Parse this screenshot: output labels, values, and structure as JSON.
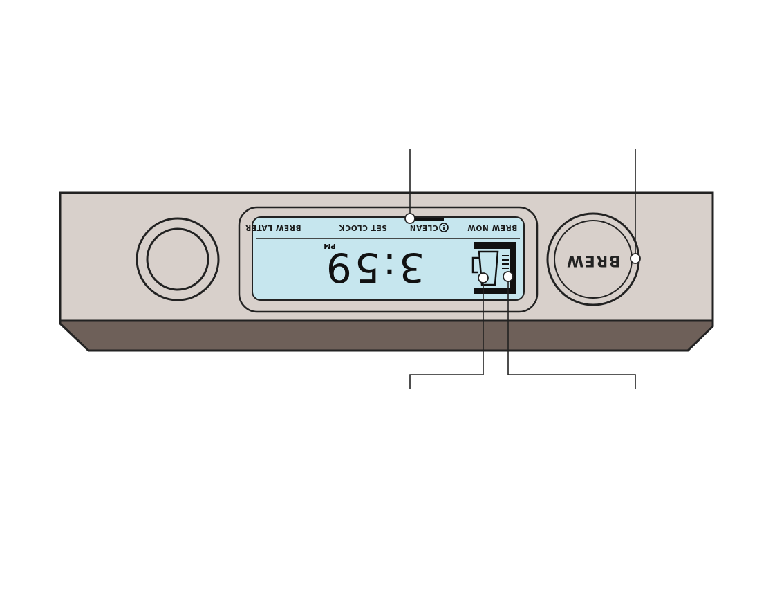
{
  "display": {
    "time": "3:59",
    "meridiem": "PM",
    "labels": {
      "brew_later": "BREW LATER",
      "set_clock": "SET CLOCK",
      "clean": "CLEAN",
      "brew_now": "BREW NOW"
    }
  },
  "brew_button": {
    "label": "BREW"
  },
  "colors": {
    "panel": "#d8d0cb",
    "panel_shadow": "#6e6059",
    "lcd": "#c6e6ee",
    "outline": "#222222"
  },
  "icons": [
    "dial-knob-icon",
    "info-icon",
    "coffee-maker-icon"
  ]
}
